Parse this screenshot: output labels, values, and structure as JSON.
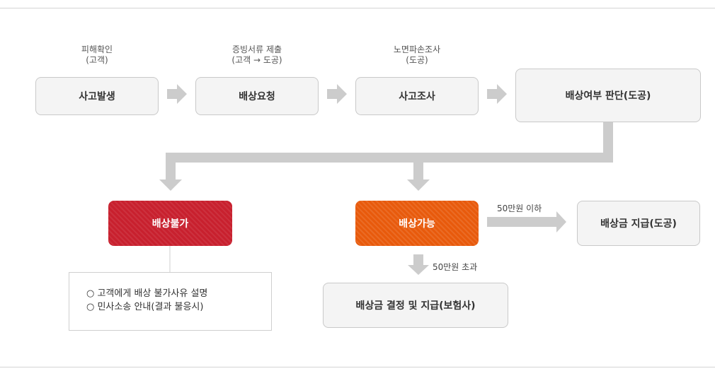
{
  "steps": [
    {
      "caption": [
        "피해확인",
        "(고객)"
      ],
      "label": "사고발생"
    },
    {
      "caption": [
        "증빙서류 제출",
        "(고객 → 도공)"
      ],
      "label": "배상요청"
    },
    {
      "caption": [
        "노면파손조사",
        "(도공)"
      ],
      "label": "사고조사"
    },
    {
      "caption": [],
      "label": "배상여부 판단(도공)"
    }
  ],
  "outcomes": {
    "denied": {
      "label": "배상불가",
      "color": "#c8202e"
    },
    "approved": {
      "label": "배상가능",
      "color": "#e85a0c"
    }
  },
  "branches": {
    "under": {
      "condition": "50만원 이하",
      "result": "배상금 지급(도공)"
    },
    "over": {
      "condition": "50만원 초과",
      "result": "배상금 결정 및 지급(보험사)"
    }
  },
  "denied_notes": [
    "○ 고객에게 배상 불가사유 설명",
    "○ 민사소송 안내(결과 불응시)"
  ],
  "colors": {
    "box_fill": "#f4f4f4",
    "box_border": "#c9c9c9",
    "arrow": "#cccccc"
  }
}
